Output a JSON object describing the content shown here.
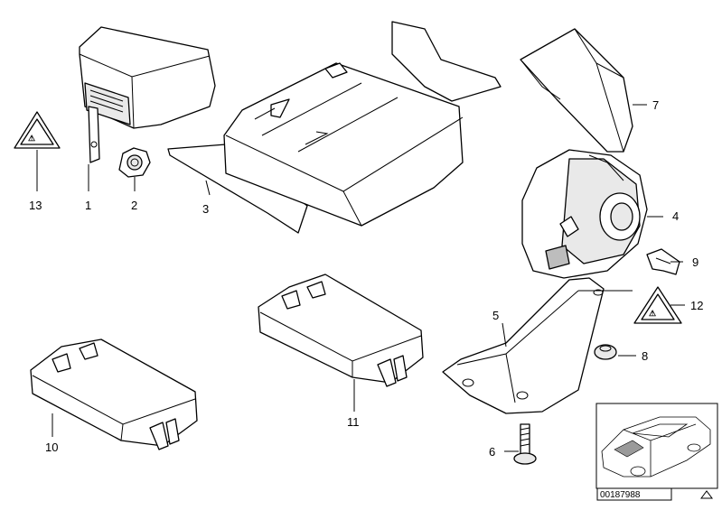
{
  "diagram": {
    "callouts": [
      {
        "id": "1",
        "label": "1"
      },
      {
        "id": "2",
        "label": "2"
      },
      {
        "id": "3",
        "label": "3"
      },
      {
        "id": "4",
        "label": "4"
      },
      {
        "id": "5",
        "label": "5"
      },
      {
        "id": "6",
        "label": "6"
      },
      {
        "id": "7",
        "label": "7"
      },
      {
        "id": "8",
        "label": "8"
      },
      {
        "id": "9",
        "label": "9"
      },
      {
        "id": "10",
        "label": "10"
      },
      {
        "id": "11",
        "label": "11"
      },
      {
        "id": "12",
        "label": "12"
      },
      {
        "id": "13",
        "label": "13"
      }
    ],
    "reference_code": "00187988",
    "colors": {
      "line": "#000000",
      "background": "#ffffff",
      "shade": "#e9e9e9"
    }
  }
}
